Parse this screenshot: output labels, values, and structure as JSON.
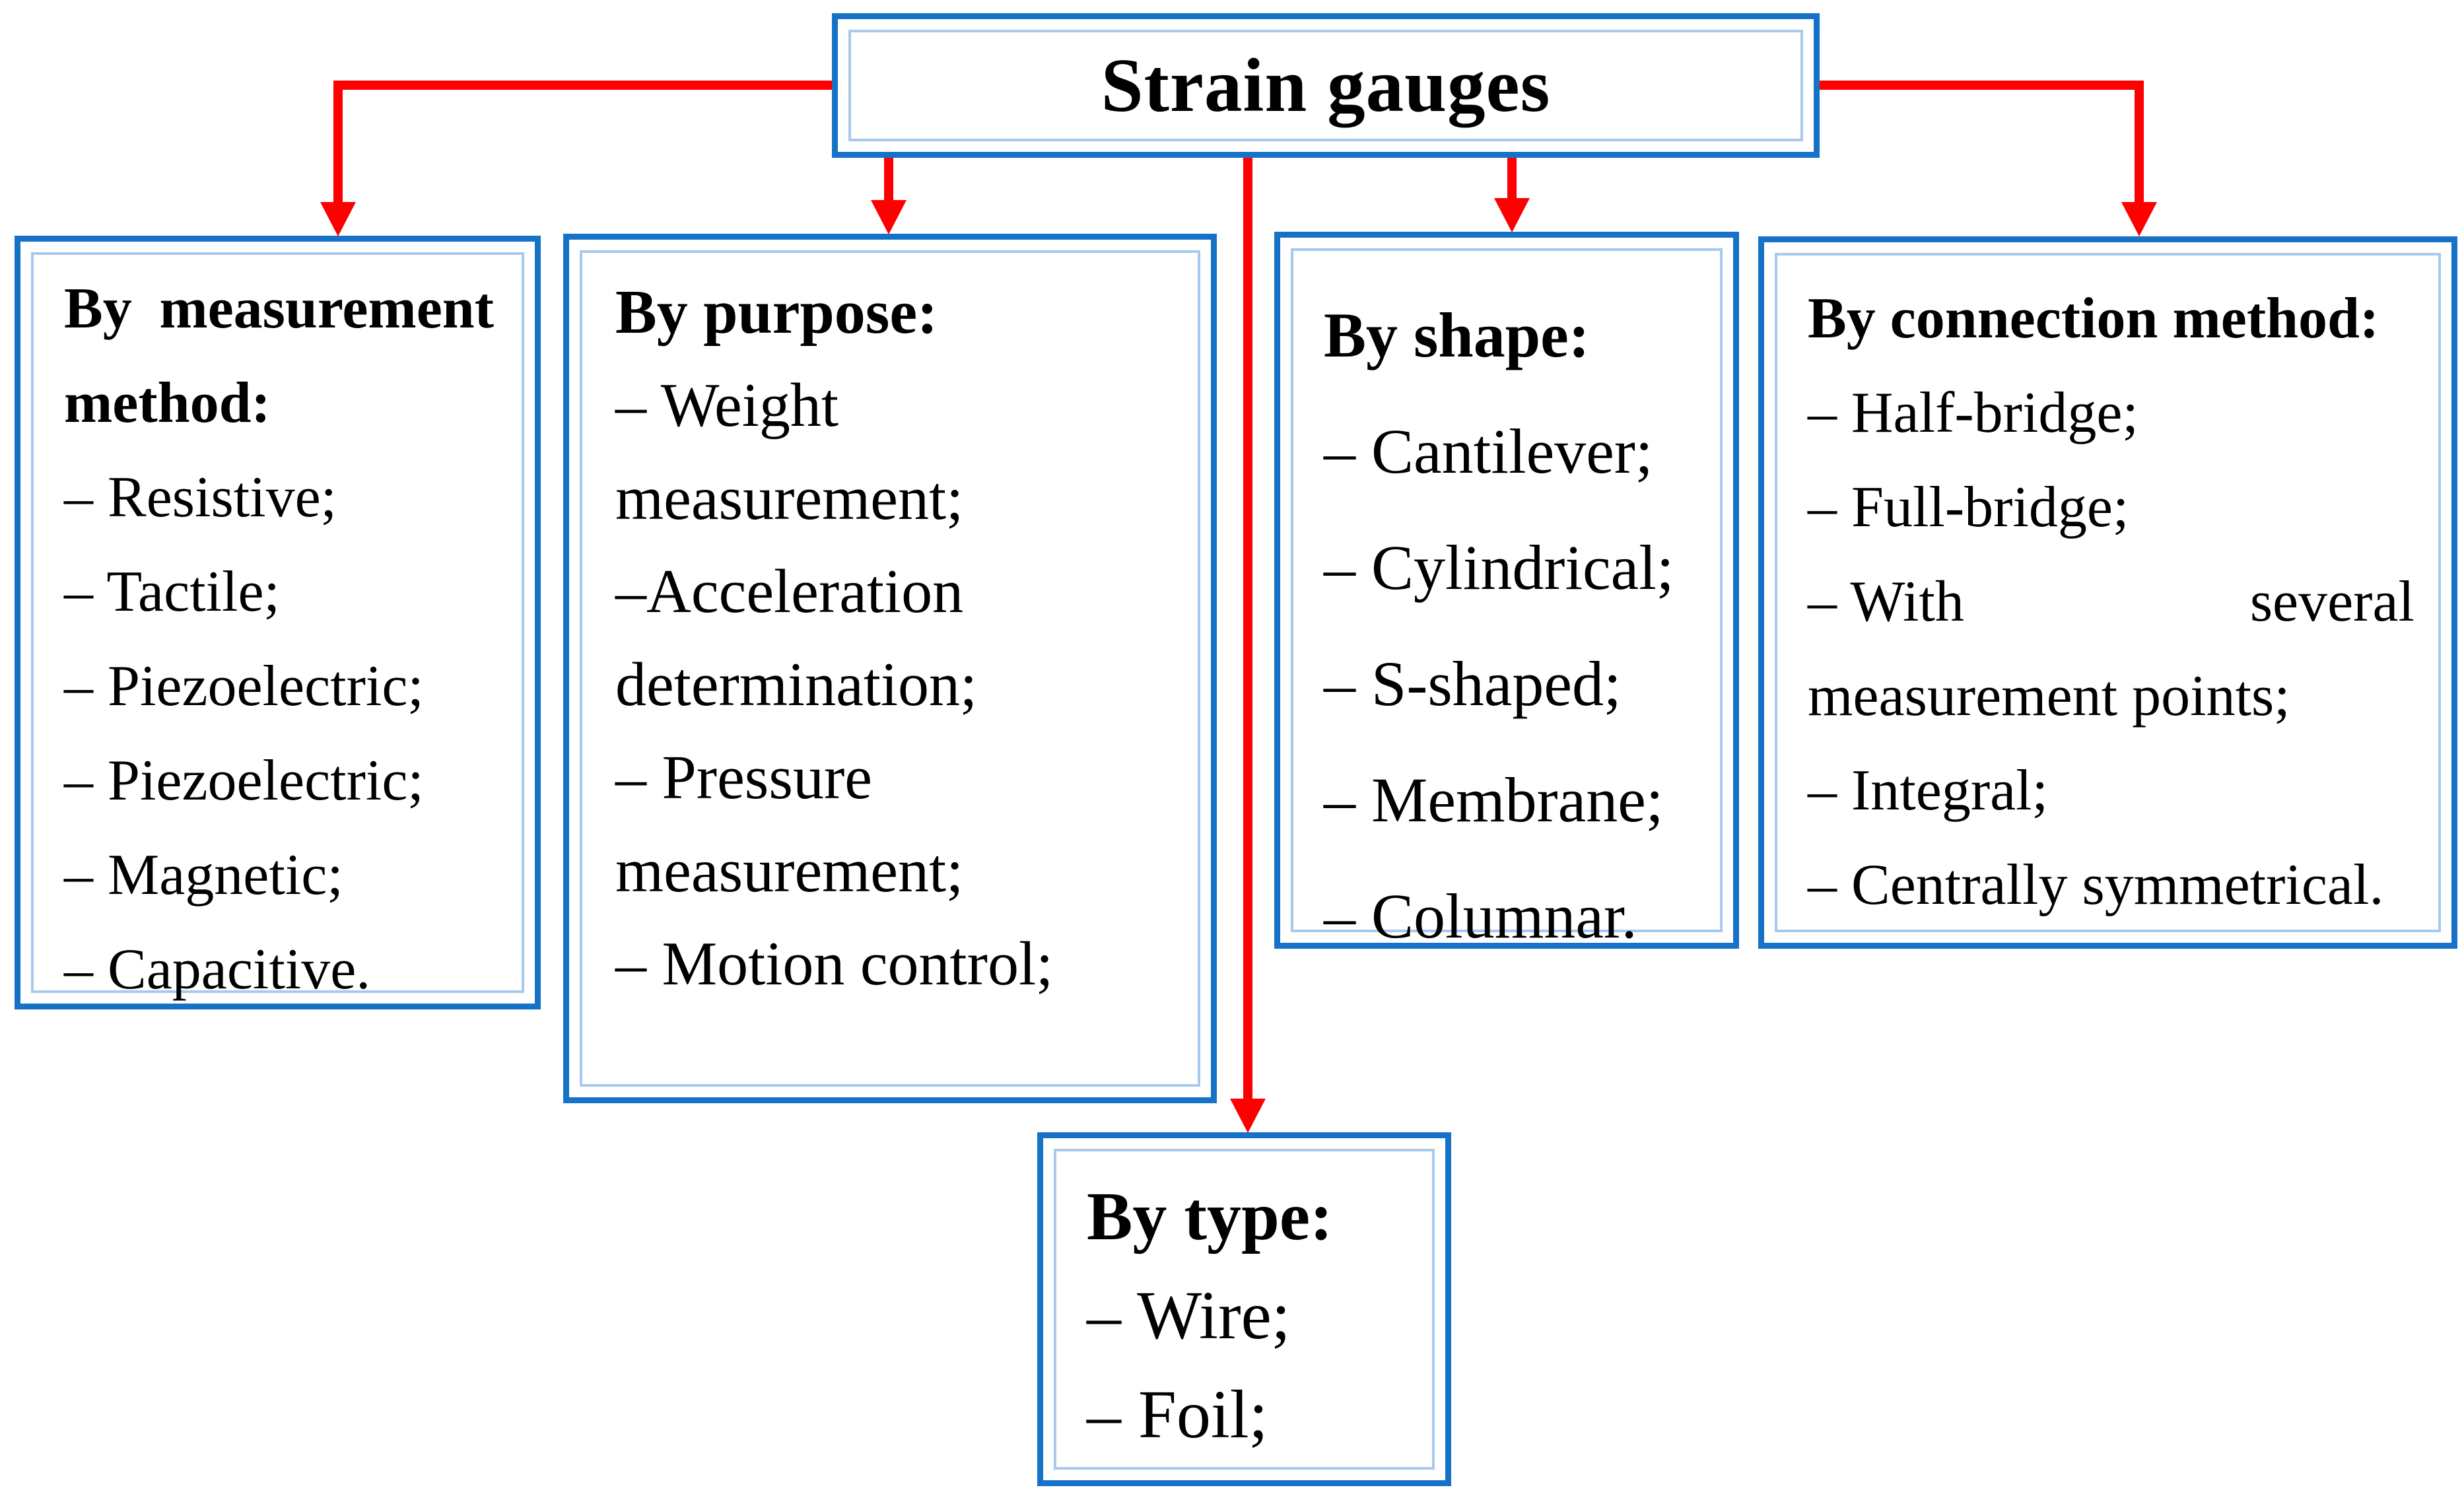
{
  "colors": {
    "box_border_blue": "#1572C7",
    "inner_line_blue": "#A8C9EE",
    "arrow_red": "#FE0000",
    "text": "#000000",
    "background": "#FFFFFF"
  },
  "title": {
    "label": "Strain gauges"
  },
  "boxes": [
    {
      "name": "by-measurement-method",
      "heading_split": {
        "left": "By",
        "right": "measurement"
      },
      "heading2": "method:",
      "items": [
        "– Resistive;",
        "– Tactile;",
        "– Piezoelectric;",
        "– Piezoelectric;",
        "– Magnetic;",
        "– Capacitive."
      ]
    },
    {
      "name": "by-purpose",
      "heading": "By purpose:",
      "items": [
        "– Weight",
        "measurement;",
        "–Acceleration",
        "determination;",
        "– Pressure",
        "measurement;",
        "– Motion control;"
      ]
    },
    {
      "name": "by-shape",
      "heading": "By shape:",
      "items": [
        "– Cantilever;",
        "– Cylindrical;",
        "– S-shaped;",
        "– Membrane;",
        "– Columnar."
      ]
    },
    {
      "name": "by-connection-method",
      "heading": "By connection method:",
      "items_before": [
        "– Half-bridge;",
        "– Full-bridge;"
      ],
      "split": {
        "left": "– With",
        "right": "several"
      },
      "items_after": [
        "measurement points;",
        "– Integral;",
        "– Centrally symmetrical."
      ]
    },
    {
      "name": "by-type",
      "heading": "By type:",
      "items": [
        "– Wire;",
        "– Foil;"
      ]
    }
  ]
}
